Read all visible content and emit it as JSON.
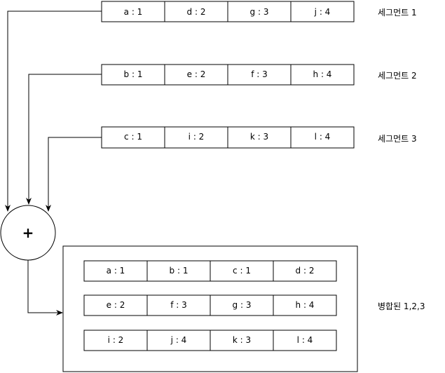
{
  "segments": [
    {
      "label": "세그먼트 1",
      "cells": [
        "a : 1",
        "d : 2",
        "g : 3",
        "j : 4"
      ]
    },
    {
      "label": "세그먼트 2",
      "cells": [
        "b : 1",
        "e : 2",
        "f : 3",
        "h : 4"
      ]
    },
    {
      "label": "세그먼트 3",
      "cells": [
        "c : 1",
        "i : 2",
        "k : 3",
        "l : 4"
      ]
    }
  ],
  "merge": {
    "symbol": "+",
    "label": "병합된 1,2,3",
    "rows": [
      [
        "a : 1",
        "b : 1",
        "c : 1",
        "d : 2"
      ],
      [
        "e : 2",
        "f : 3",
        "g : 3",
        "h : 4"
      ],
      [
        "i : 2",
        "j : 4",
        "k : 3",
        "l : 4"
      ]
    ]
  },
  "colors": {
    "stroke": "#000000",
    "fill": "#ffffff",
    "text": "#000000"
  }
}
